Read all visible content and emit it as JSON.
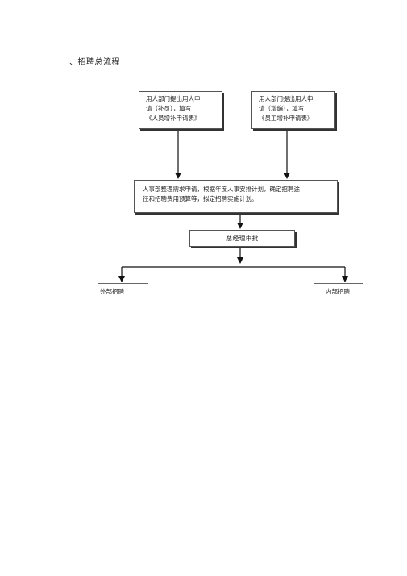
{
  "heading": "、招聘总流程",
  "boxes": {
    "left": [
      "用人部门提出用人申",
      "请（补员），填写",
      "《人员增补申请表》"
    ],
    "right": [
      "用人部门提出用人申",
      "请（增编），填写",
      "《员工增补申请表》"
    ],
    "mid": [
      "人事部整理需求申请，根据年度人事安排计划，确定招聘途",
      "径和招聘费用预算等，拟定招聘实施计划。"
    ],
    "gm": "总经理审批"
  },
  "leaves": {
    "external": "外部招聘",
    "internal": "内部招聘"
  }
}
